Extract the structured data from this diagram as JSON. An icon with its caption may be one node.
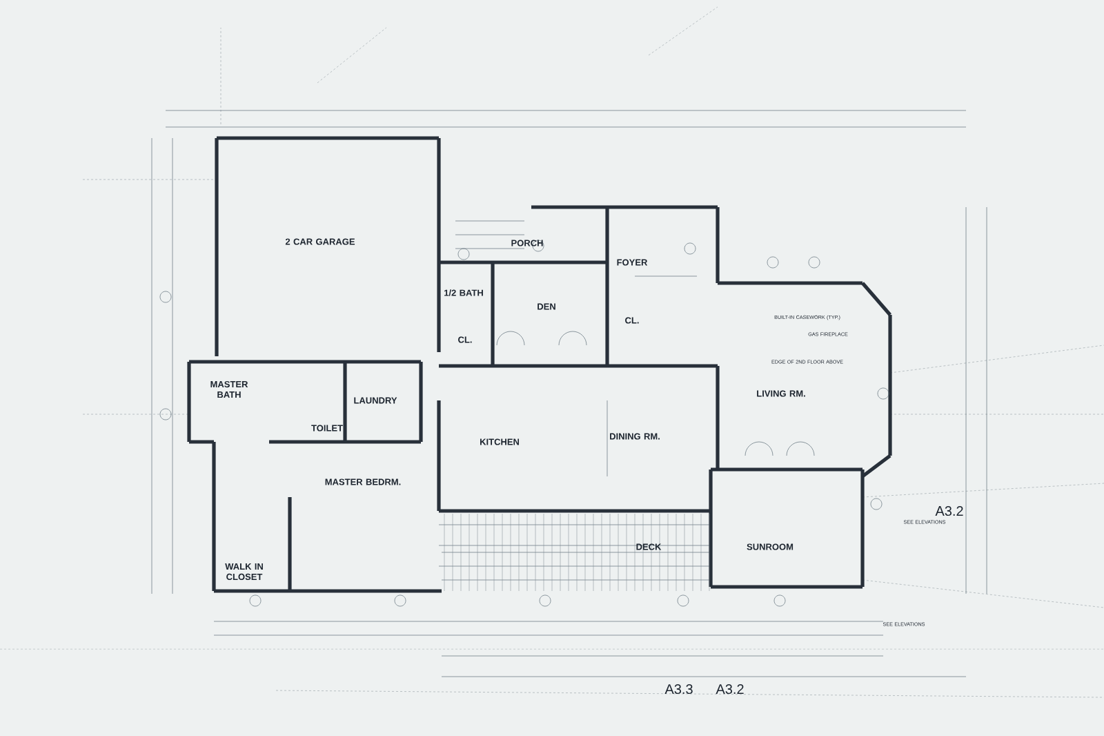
{
  "diagram": {
    "labels": [
      "2 CAR GARAGE",
      "PORCH",
      "1/2 BATH",
      "DEN",
      "FOYER",
      "CL.",
      "CL.",
      "GAS FIREPLACE",
      "BUILT-IN CASEWORK (TYP.)",
      "EDGE OF 2ND FLOOR ABOVE",
      "MASTER BATH",
      "LAUNDRY",
      "TOILET",
      "KITCHEN",
      "DINING RM.",
      "LIVING RM.",
      "MASTER BEDRM.",
      "A3.2",
      "SEE ELEVATIONS",
      "WALK IN CLOSET",
      "DECK",
      "SUNROOM",
      "SEE ELEVATIONS",
      "A3.3",
      "A3.2"
    ]
  }
}
